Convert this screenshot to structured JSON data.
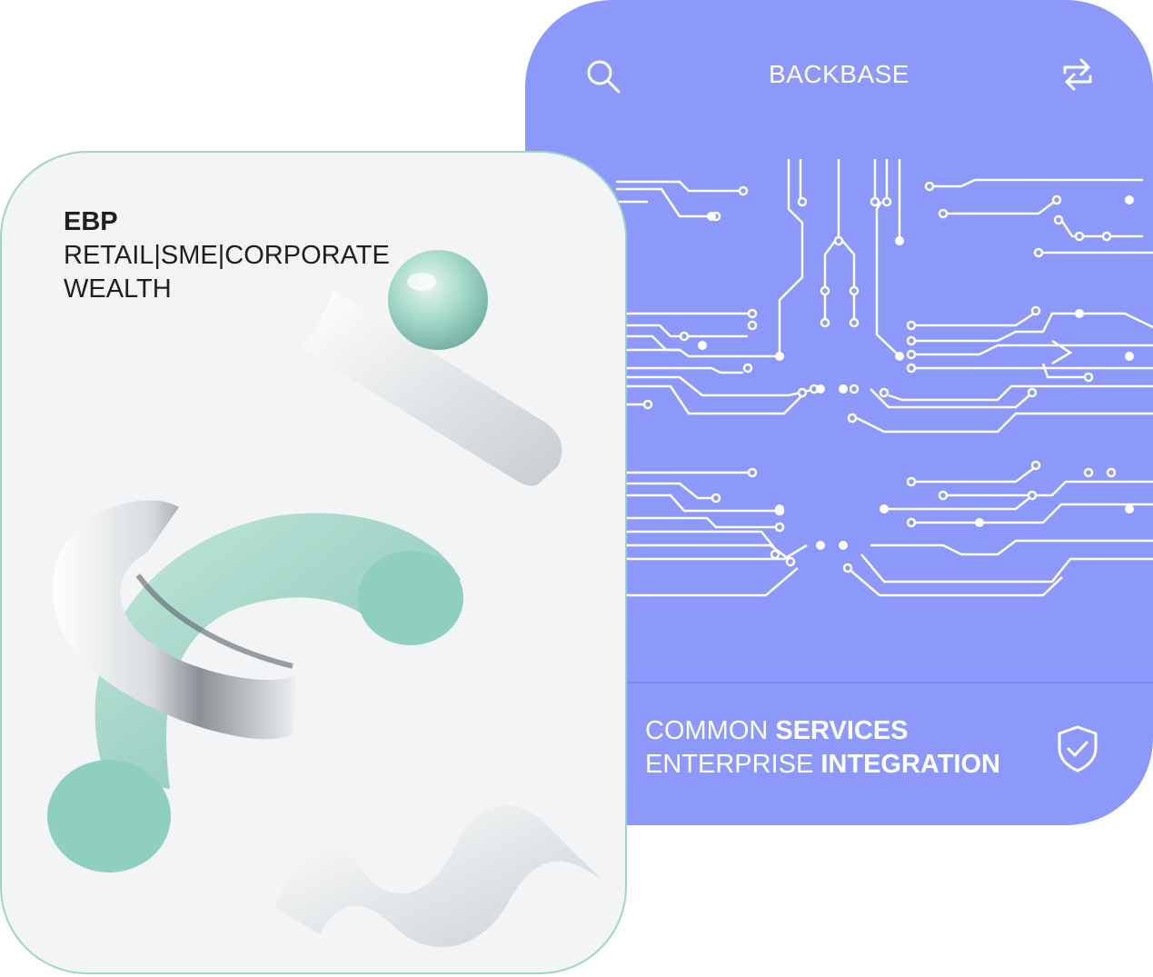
{
  "platform_card": {
    "brand": "BACKBASE",
    "icons": {
      "search": "search-icon",
      "swap": "swap-arrows-icon",
      "shield": "shield-check-icon"
    },
    "services": {
      "line1_prefix": "COMMON ",
      "line1_highlight": "SERVICES",
      "line2_prefix": "ENTERPRISE ",
      "line2_highlight": "INTEGRATION"
    },
    "colors": {
      "background": "#8d98fb",
      "foreground": "#ffffff"
    }
  },
  "product_card": {
    "title": "EBP",
    "line2": "RETAIL|SME|CORPORATE",
    "line3": "WEALTH",
    "colors": {
      "background": "#f2f4f6",
      "accent": "#8fcfbf",
      "border": "#9fd4c6"
    }
  }
}
